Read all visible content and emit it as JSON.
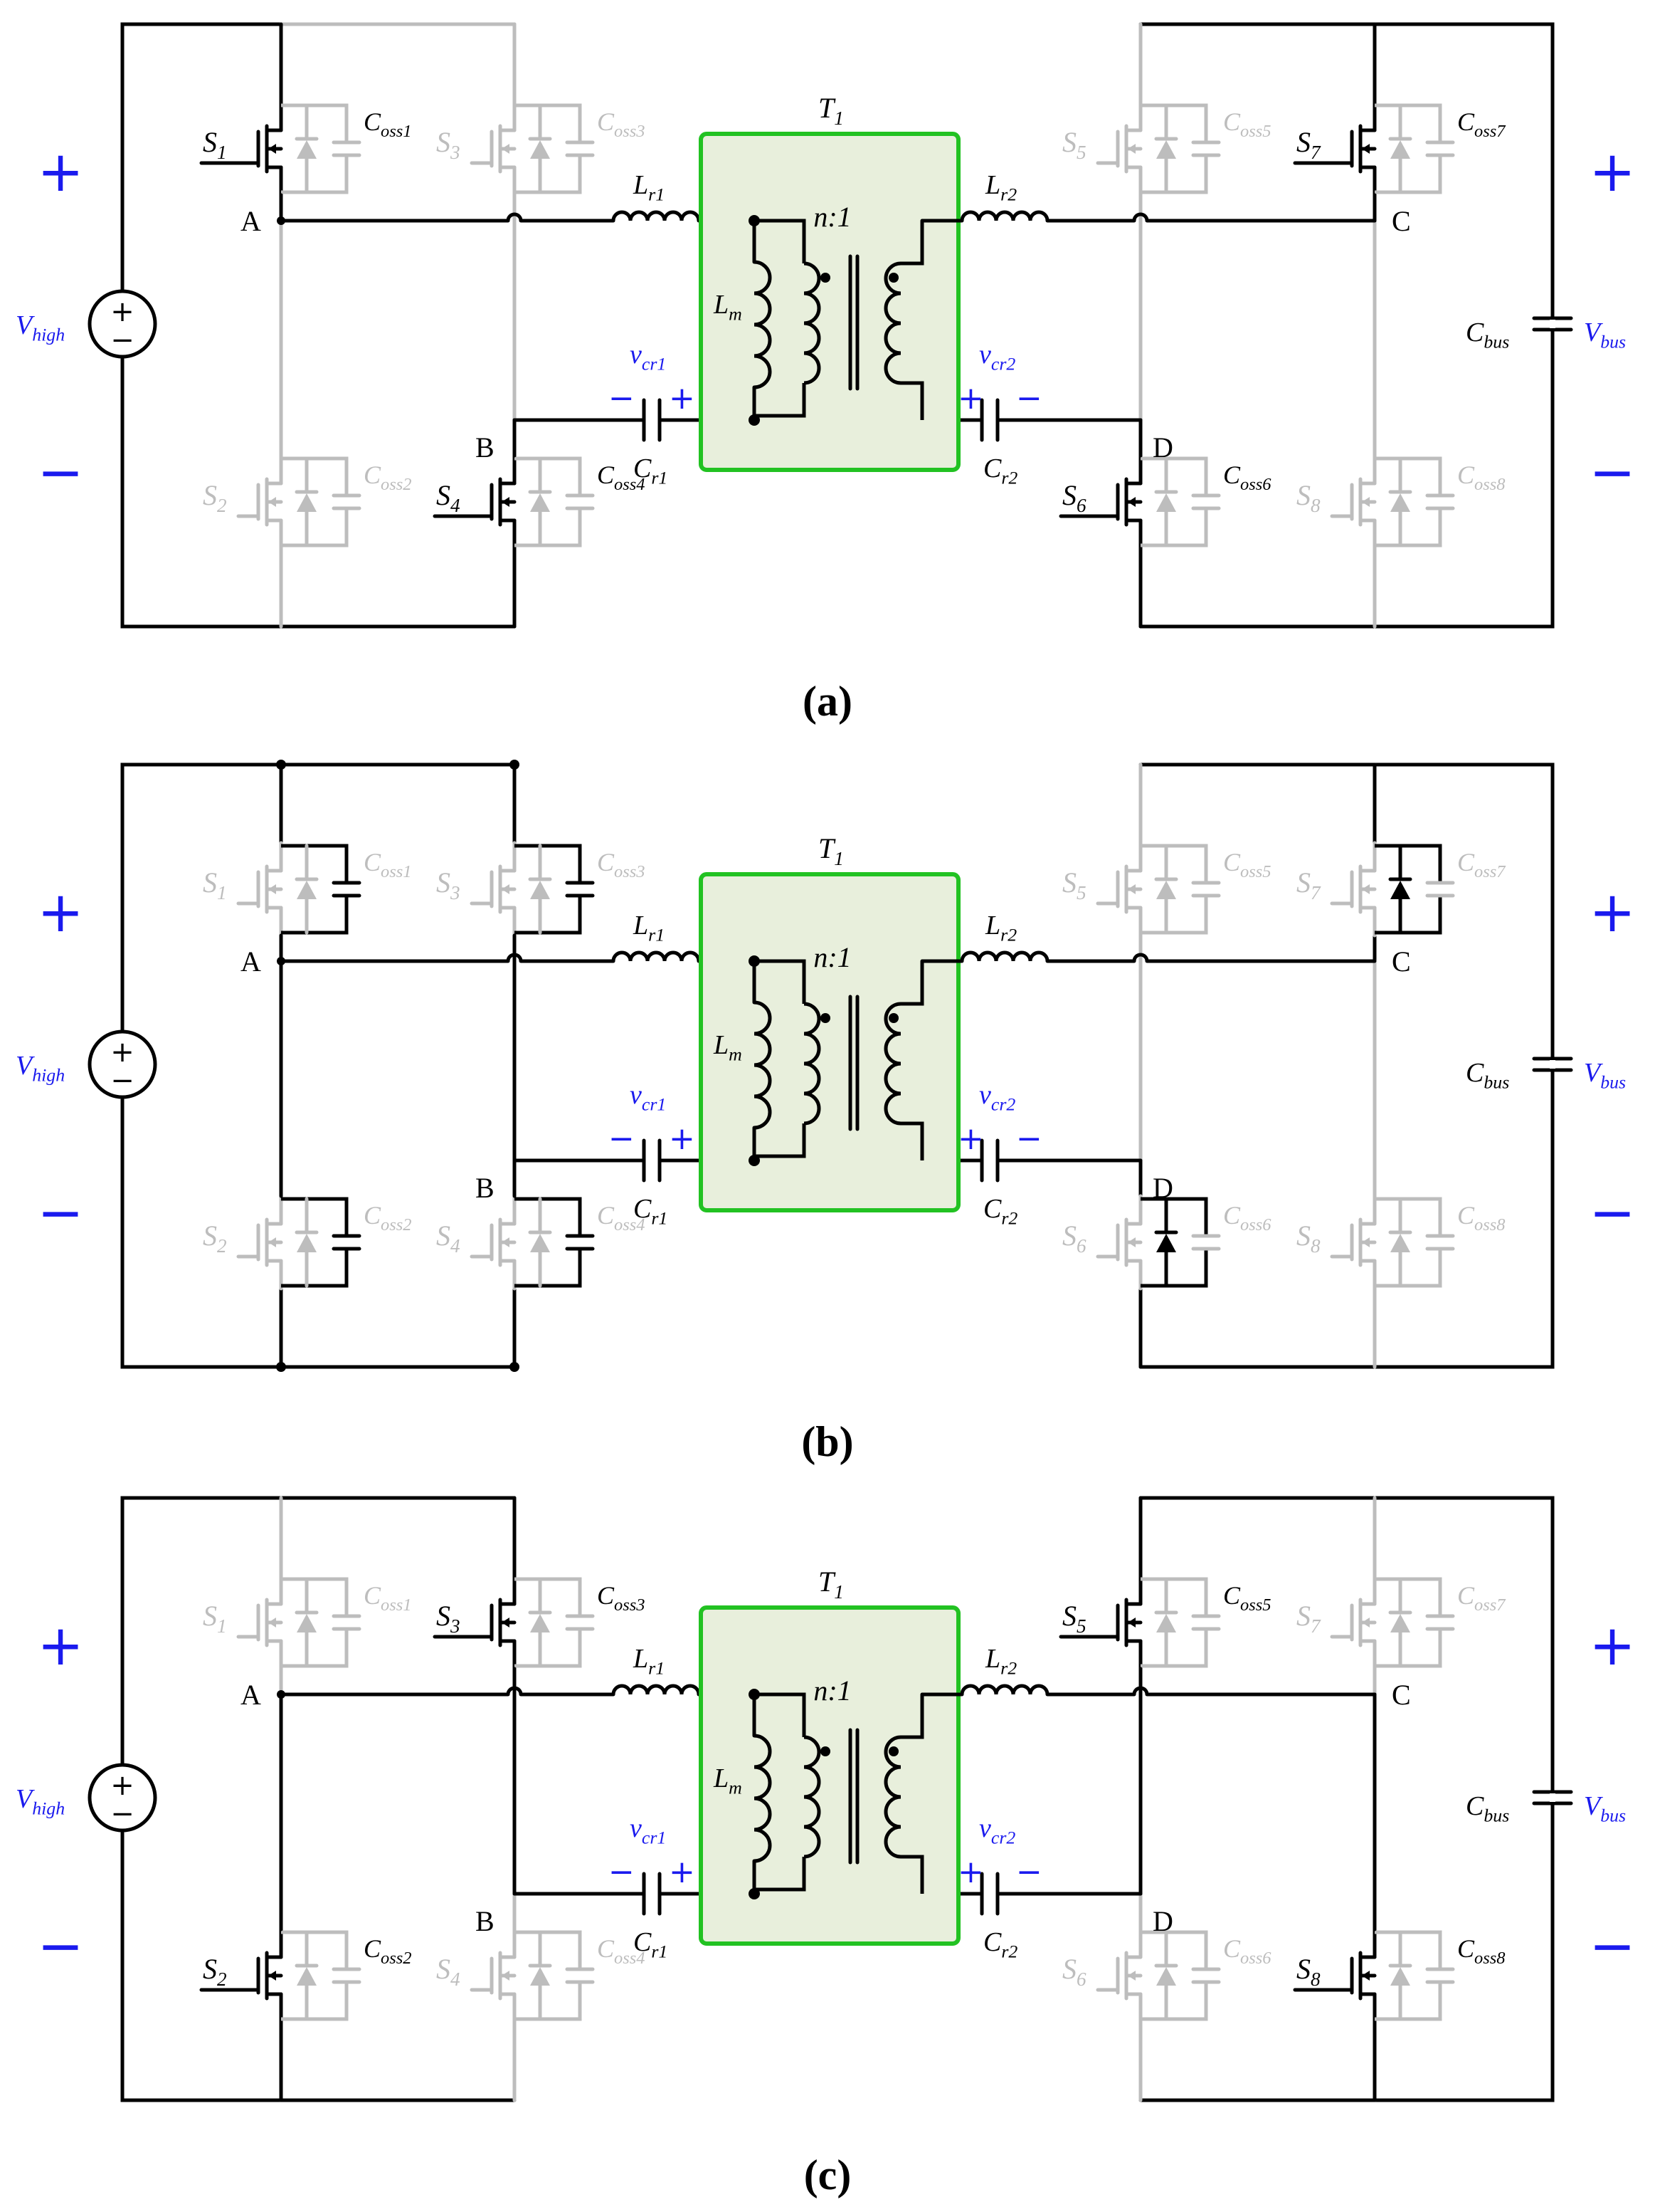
{
  "colors": {
    "active": "#000000",
    "inactive": "#bdbdbd",
    "annotation": "#1a1aee",
    "transformer_border": "#22c222",
    "transformer_fill": "#e8efdc"
  },
  "labels": {
    "transformer": "T1",
    "turns_ratio": "n:1",
    "magnetizing": "Lm",
    "lr1": "Lr1",
    "lr2": "Lr2",
    "cr1": "Cr1",
    "cr2": "Cr2",
    "vcr1": "vcr1",
    "vcr2": "vcr2",
    "cbus": "Cbus",
    "vbus": "Vbus",
    "vhigh": "Vhigh",
    "plus": "+",
    "minus": "−",
    "nodes": [
      "A",
      "B",
      "C",
      "D"
    ]
  },
  "panels": [
    {
      "caption": "(a)",
      "switches": [
        {
          "name": "S1",
          "coss": "Coss1",
          "state": "on"
        },
        {
          "name": "S2",
          "coss": "Coss2",
          "state": "off"
        },
        {
          "name": "S3",
          "coss": "Coss3",
          "state": "off"
        },
        {
          "name": "S4",
          "coss": "Coss4",
          "state": "on"
        },
        {
          "name": "S5",
          "coss": "Coss5",
          "state": "off"
        },
        {
          "name": "S6",
          "coss": "Coss6",
          "state": "on"
        },
        {
          "name": "S7",
          "coss": "Coss7",
          "state": "on"
        },
        {
          "name": "S8",
          "coss": "Coss8",
          "state": "off"
        }
      ]
    },
    {
      "caption": "(b)",
      "switches": [
        {
          "name": "S1",
          "coss": "Coss1",
          "state": "cap"
        },
        {
          "name": "S2",
          "coss": "Coss2",
          "state": "cap"
        },
        {
          "name": "S3",
          "coss": "Coss3",
          "state": "cap"
        },
        {
          "name": "S4",
          "coss": "Coss4",
          "state": "cap"
        },
        {
          "name": "S5",
          "coss": "Coss5",
          "state": "off"
        },
        {
          "name": "S6",
          "coss": "Coss6",
          "state": "diode"
        },
        {
          "name": "S7",
          "coss": "Coss7",
          "state": "diode"
        },
        {
          "name": "S8",
          "coss": "Coss8",
          "state": "off"
        }
      ]
    },
    {
      "caption": "(c)",
      "switches": [
        {
          "name": "S1",
          "coss": "Coss1",
          "state": "off"
        },
        {
          "name": "S2",
          "coss": "Coss2",
          "state": "on"
        },
        {
          "name": "S3",
          "coss": "Coss3",
          "state": "on"
        },
        {
          "name": "S4",
          "coss": "Coss4",
          "state": "off"
        },
        {
          "name": "S5",
          "coss": "Coss5",
          "state": "on"
        },
        {
          "name": "S6",
          "coss": "Coss6",
          "state": "off"
        },
        {
          "name": "S7",
          "coss": "Coss7",
          "state": "off"
        },
        {
          "name": "S8",
          "coss": "Coss8",
          "state": "on"
        }
      ]
    }
  ]
}
